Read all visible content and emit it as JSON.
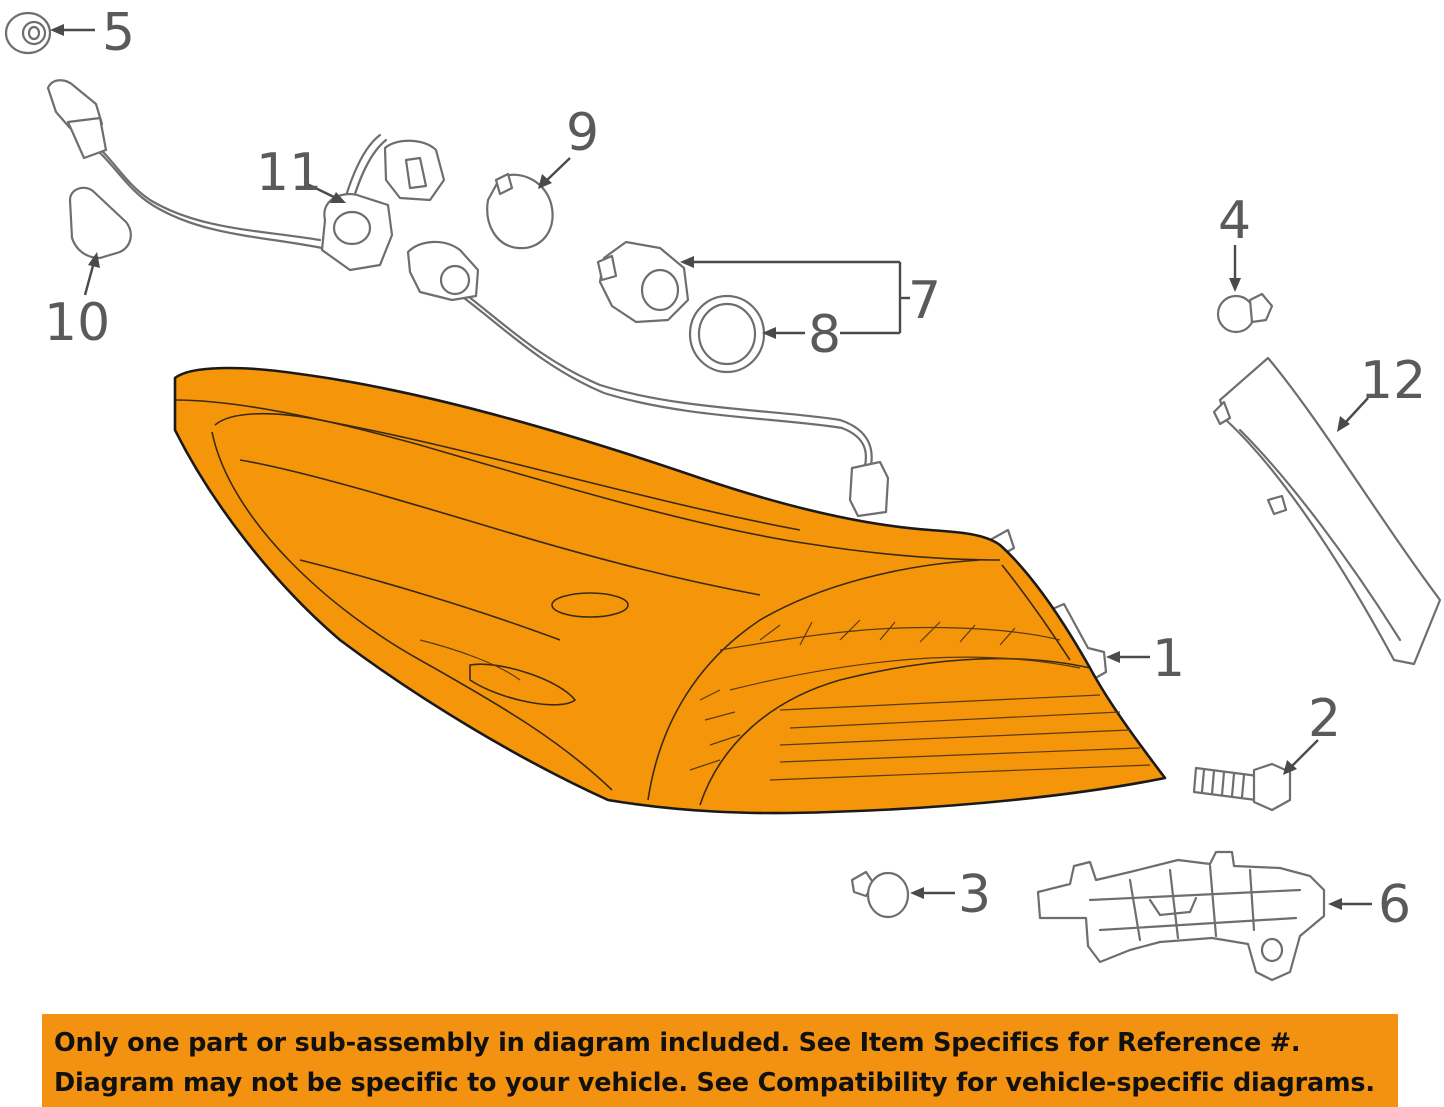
{
  "diagram": {
    "callouts": {
      "c1": "1",
      "c2": "2",
      "c3": "3",
      "c4": "4",
      "c5": "5",
      "c6": "6",
      "c7": "7",
      "c8": "8",
      "c9": "9",
      "c10": "10",
      "c11": "11",
      "c12": "12"
    },
    "highlight_color": "#f5960a"
  },
  "notice": {
    "line1": "Only one part or sub-assembly in diagram included. See Item Specifics for Reference #.",
    "line2": "Diagram may not be specific to your vehicle. See Compatibility for vehicle-specific diagrams.",
    "background_color": "#f39210"
  }
}
